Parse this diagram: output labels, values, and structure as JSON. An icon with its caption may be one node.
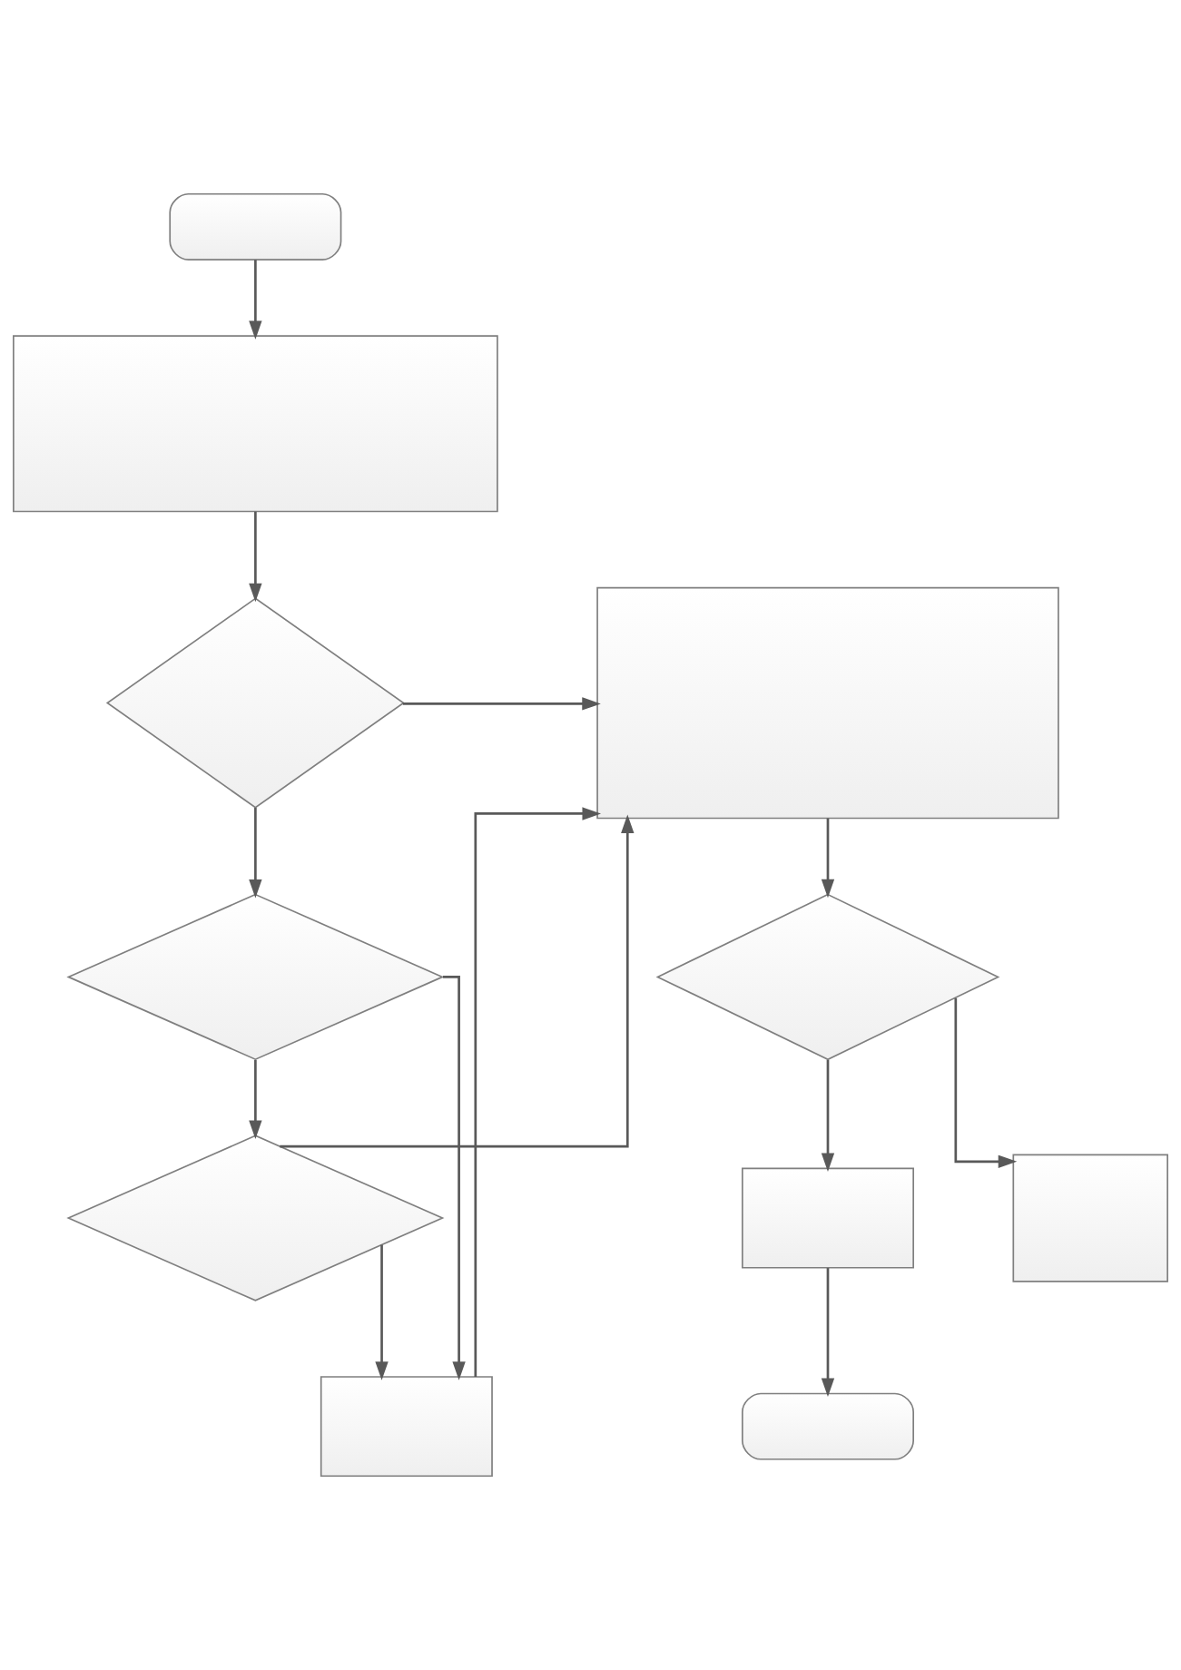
{
  "diagram": {
    "nodes": [
      {
        "text": [],
        "shape": "oval"
      },
      {
        "text": [],
        "shape": "box"
      },
      {
        "text": [],
        "shape": "diamond"
      },
      {
        "text": [],
        "shape": "box"
      },
      {
        "text": [],
        "shape": "diamond"
      },
      {
        "text": [],
        "shape": "diamond"
      },
      {
        "text": [],
        "shape": "box"
      },
      {
        "text": [],
        "shape": "diamond"
      },
      {
        "text": [],
        "shape": "box"
      },
      {
        "text": [],
        "shape": "box"
      },
      {
        "text": [],
        "shape": "oval"
      }
    ],
    "edges": [
      {
        "from": 0,
        "to": 1,
        "arrow": "to"
      },
      {
        "from": 1,
        "to": 2,
        "arrow": "to"
      },
      {
        "from": 2,
        "to": 3,
        "arrow": "to"
      },
      {
        "from": 2,
        "to": 4,
        "arrow": "to"
      },
      {
        "from": 4,
        "to": 6,
        "arrow": "to"
      },
      {
        "from": 4,
        "to": 5,
        "arrow": "to"
      },
      {
        "from": 5,
        "to": 6,
        "arrow": "to"
      },
      {
        "from": 5,
        "to": 3,
        "arrow": "to"
      },
      {
        "from": 6,
        "to": 3,
        "arrow": "to"
      },
      {
        "from": 3,
        "to": 7,
        "arrow": "to"
      },
      {
        "from": 7,
        "to": 8,
        "arrow": "to"
      },
      {
        "from": 7,
        "to": 9,
        "arrow": "to"
      },
      {
        "from": 8,
        "to": 10,
        "arrow": "to"
      }
    ]
  }
}
